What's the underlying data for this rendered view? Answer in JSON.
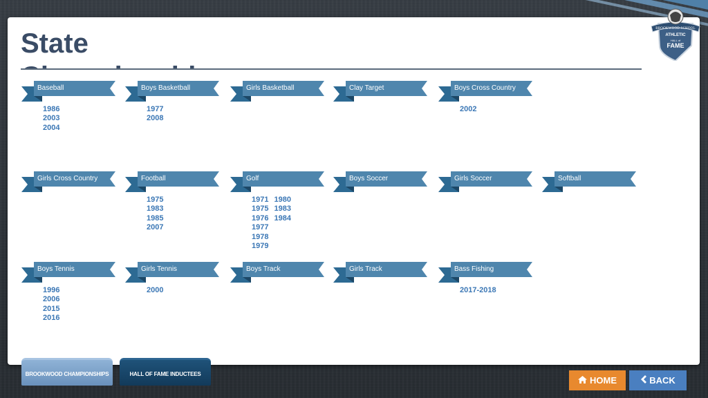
{
  "page_title": "State Championships",
  "logo": {
    "school": "BROOKWOOD SCHOOL",
    "athletic": "ATHLETIC",
    "hall_of": "HALL of",
    "fame": "FAME"
  },
  "sports": [
    {
      "name": "Baseball",
      "years": [
        "1986",
        "2003",
        "2004"
      ]
    },
    {
      "name": "Boys Basketball",
      "years": [
        "1977",
        "2008"
      ]
    },
    {
      "name": "Girls Basketball",
      "years": []
    },
    {
      "name": "Clay Target",
      "years": []
    },
    {
      "name": "Boys Cross Country",
      "years": [
        "2002"
      ]
    },
    {
      "name": "Girls Cross Country",
      "years": []
    },
    {
      "name": "Football",
      "years": [
        "1975",
        "1983",
        "1985",
        "2007"
      ]
    },
    {
      "name": "Golf",
      "years": [
        "1971",
        "1975",
        "1976",
        "1977",
        "1978",
        "1979",
        "1980",
        "1983",
        "1984"
      ]
    },
    {
      "name": "Boys Soccer",
      "years": []
    },
    {
      "name": "Girls Soccer",
      "years": []
    },
    {
      "name": "Softball",
      "years": []
    },
    {
      "name": "Boys Tennis",
      "years": [
        "1996",
        "2006",
        "2015",
        "2016"
      ]
    },
    {
      "name": "Girls Tennis",
      "years": [
        "2000"
      ]
    },
    {
      "name": "Boys Track",
      "years": []
    },
    {
      "name": "Girls Track",
      "years": []
    },
    {
      "name": "Bass Fishing",
      "years": [
        "2017-2018"
      ]
    }
  ],
  "tabs": {
    "championships": "BROOKWOOD CHAMPIONSHIPS",
    "inductees": "HALL OF FAME INDUCTEES"
  },
  "buttons": {
    "home": "HOME",
    "back": "BACK"
  },
  "colors": {
    "ribbon": "#4f86ad",
    "year_text": "#3b77b5",
    "home_button": "#e8892e",
    "back_button": "#4a7fc0"
  }
}
